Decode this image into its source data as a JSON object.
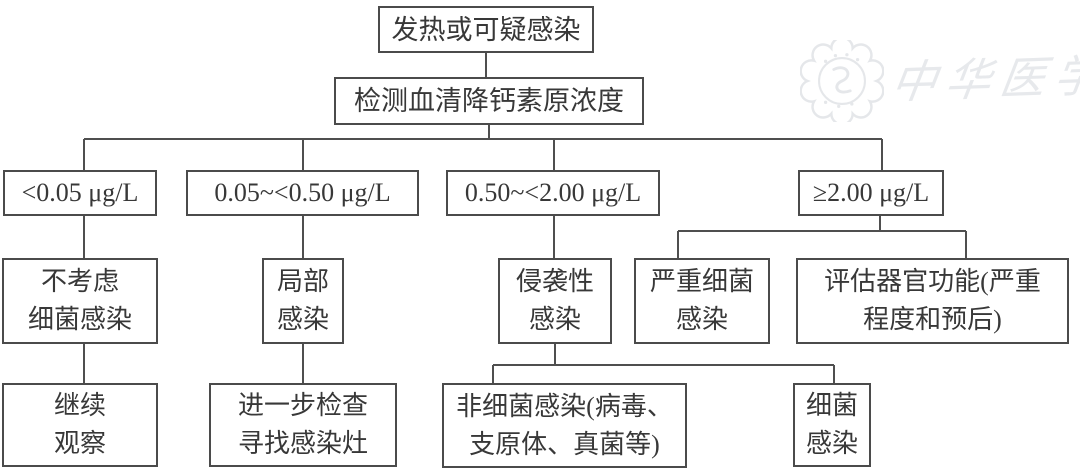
{
  "flowchart": {
    "nodes": {
      "fever": {
        "lines": [
          "发热或可疑感染"
        ]
      },
      "test": {
        "lines": [
          "检测血清降钙素原浓度"
        ]
      },
      "pct1": {
        "lines": [
          "<0.05 μg/L"
        ]
      },
      "pct2": {
        "lines": [
          "0.05~<0.50 μg/L"
        ]
      },
      "pct3": {
        "lines": [
          "0.50~<2.00 μg/L"
        ]
      },
      "pct4": {
        "lines": [
          "≥2.00 μg/L"
        ]
      },
      "no_bacterial": {
        "lines": [
          "不考虑",
          "细菌感染"
        ]
      },
      "local": {
        "lines": [
          "局部",
          "感染"
        ]
      },
      "invasive": {
        "lines": [
          "侵袭性",
          "感染"
        ]
      },
      "severe": {
        "lines": [
          "严重细菌",
          "感染"
        ]
      },
      "evaluate": {
        "lines": [
          "评估器官功能(严重",
          "程度和预后)"
        ]
      },
      "observe": {
        "lines": [
          "继续",
          "观察"
        ]
      },
      "further": {
        "lines": [
          "进一步检查",
          "寻找感染灶"
        ]
      },
      "non_bacterial": {
        "lines": [
          "非细菌感染(病毒、",
          "支原体、真菌等)"
        ]
      },
      "bacterial": {
        "lines": [
          "细菌",
          "感染"
        ]
      }
    },
    "edges": [
      [
        "fever",
        "test"
      ],
      [
        "test",
        "pct1"
      ],
      [
        "test",
        "pct2"
      ],
      [
        "test",
        "pct3"
      ],
      [
        "test",
        "pct4"
      ],
      [
        "pct1",
        "no_bacterial"
      ],
      [
        "pct2",
        "local"
      ],
      [
        "pct3",
        "invasive"
      ],
      [
        "pct4",
        "severe"
      ],
      [
        "pct4",
        "evaluate"
      ],
      [
        "no_bacterial",
        "observe"
      ],
      [
        "local",
        "further"
      ],
      [
        "invasive",
        "non_bacterial"
      ],
      [
        "invasive",
        "bacterial"
      ]
    ]
  },
  "watermark": {
    "text": "中华医学会"
  },
  "colors": {
    "background": "#ffffff",
    "box_border": "#4b4b4b",
    "line": "#4f4f4f",
    "text": "#383838",
    "watermark": "#e7e9ec"
  }
}
